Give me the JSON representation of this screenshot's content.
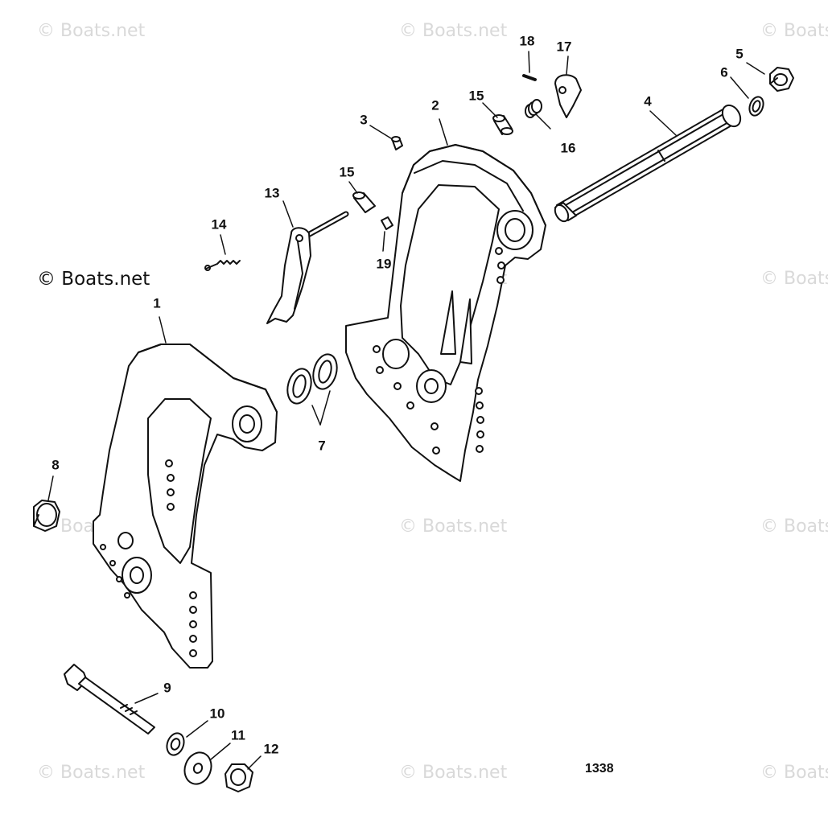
{
  "diagram": {
    "watermark_text": "© Boats.net",
    "diagram_number": "1338",
    "callouts": [
      "1",
      "2",
      "3",
      "4",
      "5",
      "6",
      "7",
      "8",
      "9",
      "10",
      "11",
      "12",
      "13",
      "14",
      "15",
      "15",
      "16",
      "17",
      "18",
      "19"
    ],
    "colors": {
      "line": "#111111",
      "fill": "#ffffff",
      "watermark": "#d9d9d9"
    }
  }
}
